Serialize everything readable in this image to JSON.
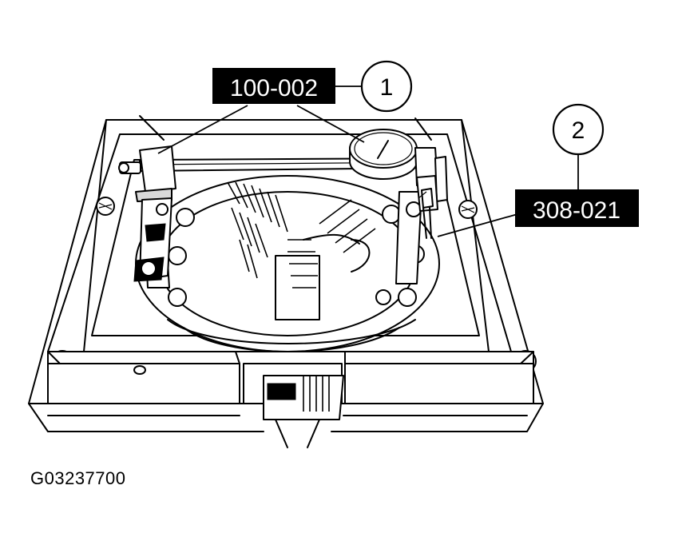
{
  "callouts": [
    {
      "number": "1",
      "tool": "100-002"
    },
    {
      "number": "2",
      "tool": "308-021"
    }
  ],
  "figure_id": "G03237700"
}
